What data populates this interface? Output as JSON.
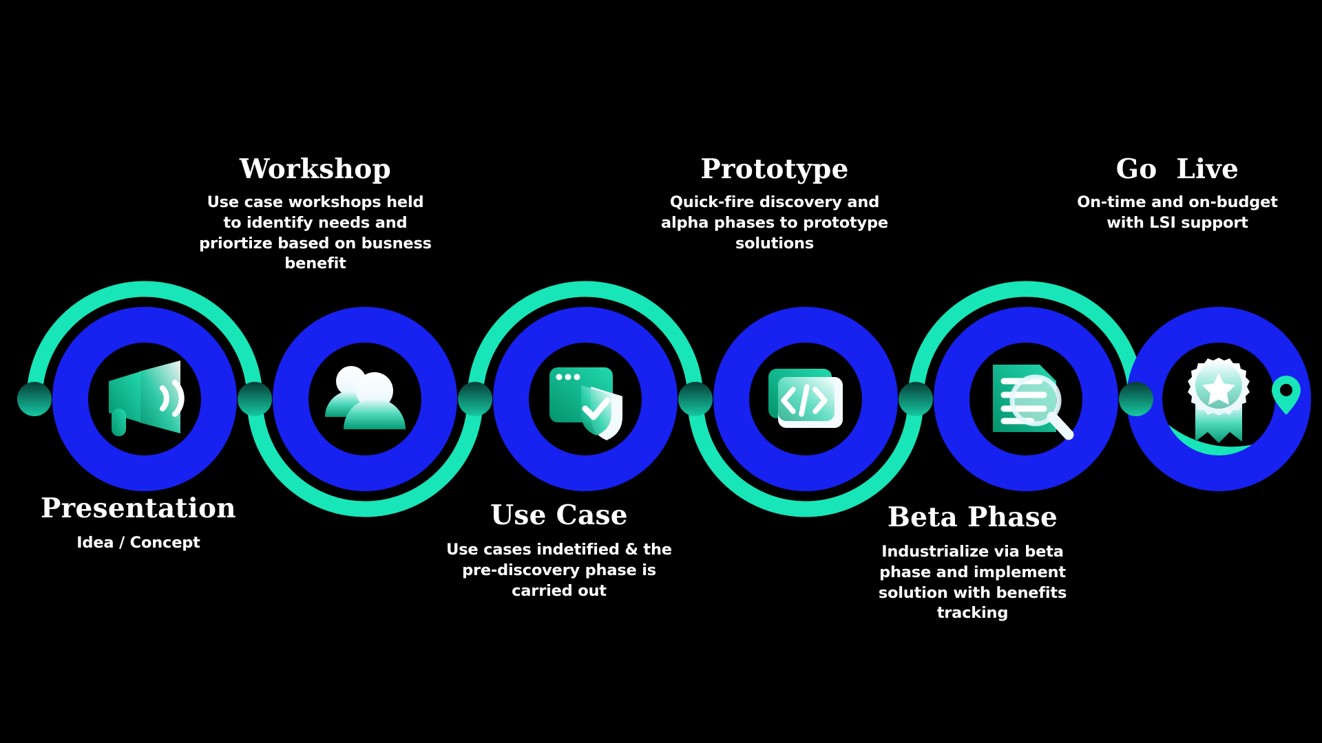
{
  "diagram": {
    "title": "Project journey roadmap",
    "background_color": "#000000",
    "ring_color": "#1721f0",
    "wave_color": "#18e6b8",
    "connector_dot_color": "#0b5f55",
    "icon_gradient_from": "#0aa97f",
    "icon_gradient_to": "#ffffff",
    "end_marker": "location-pin-icon"
  },
  "stages": [
    {
      "id": "presentation",
      "title": "Presentation",
      "description": "Idea / Concept",
      "icon": "megaphone-icon",
      "position": "below"
    },
    {
      "id": "workshop",
      "title": "Workshop",
      "description": "Use case workshops held to identify needs and priortize based on busness benefit",
      "icon": "people-group-icon",
      "position": "above"
    },
    {
      "id": "use-case",
      "title": "Use Case",
      "description": "Use cases indetified & the pre-discovery phase is carried out",
      "icon": "browser-shield-check-icon",
      "position": "below"
    },
    {
      "id": "prototype",
      "title": "Prototype",
      "description": "Quick-fire discovery and alpha phases to prototype solutions",
      "icon": "code-window-icon",
      "position": "above"
    },
    {
      "id": "beta-phase",
      "title": "Beta Phase",
      "description": "Industrialize via beta phase and implement solution with benefits tracking",
      "icon": "document-search-icon",
      "position": "below"
    },
    {
      "id": "go-live",
      "title": "Go  Live",
      "description": "On-time and on-budget with LSI support",
      "icon": "award-ribbon-icon",
      "position": "above"
    }
  ]
}
